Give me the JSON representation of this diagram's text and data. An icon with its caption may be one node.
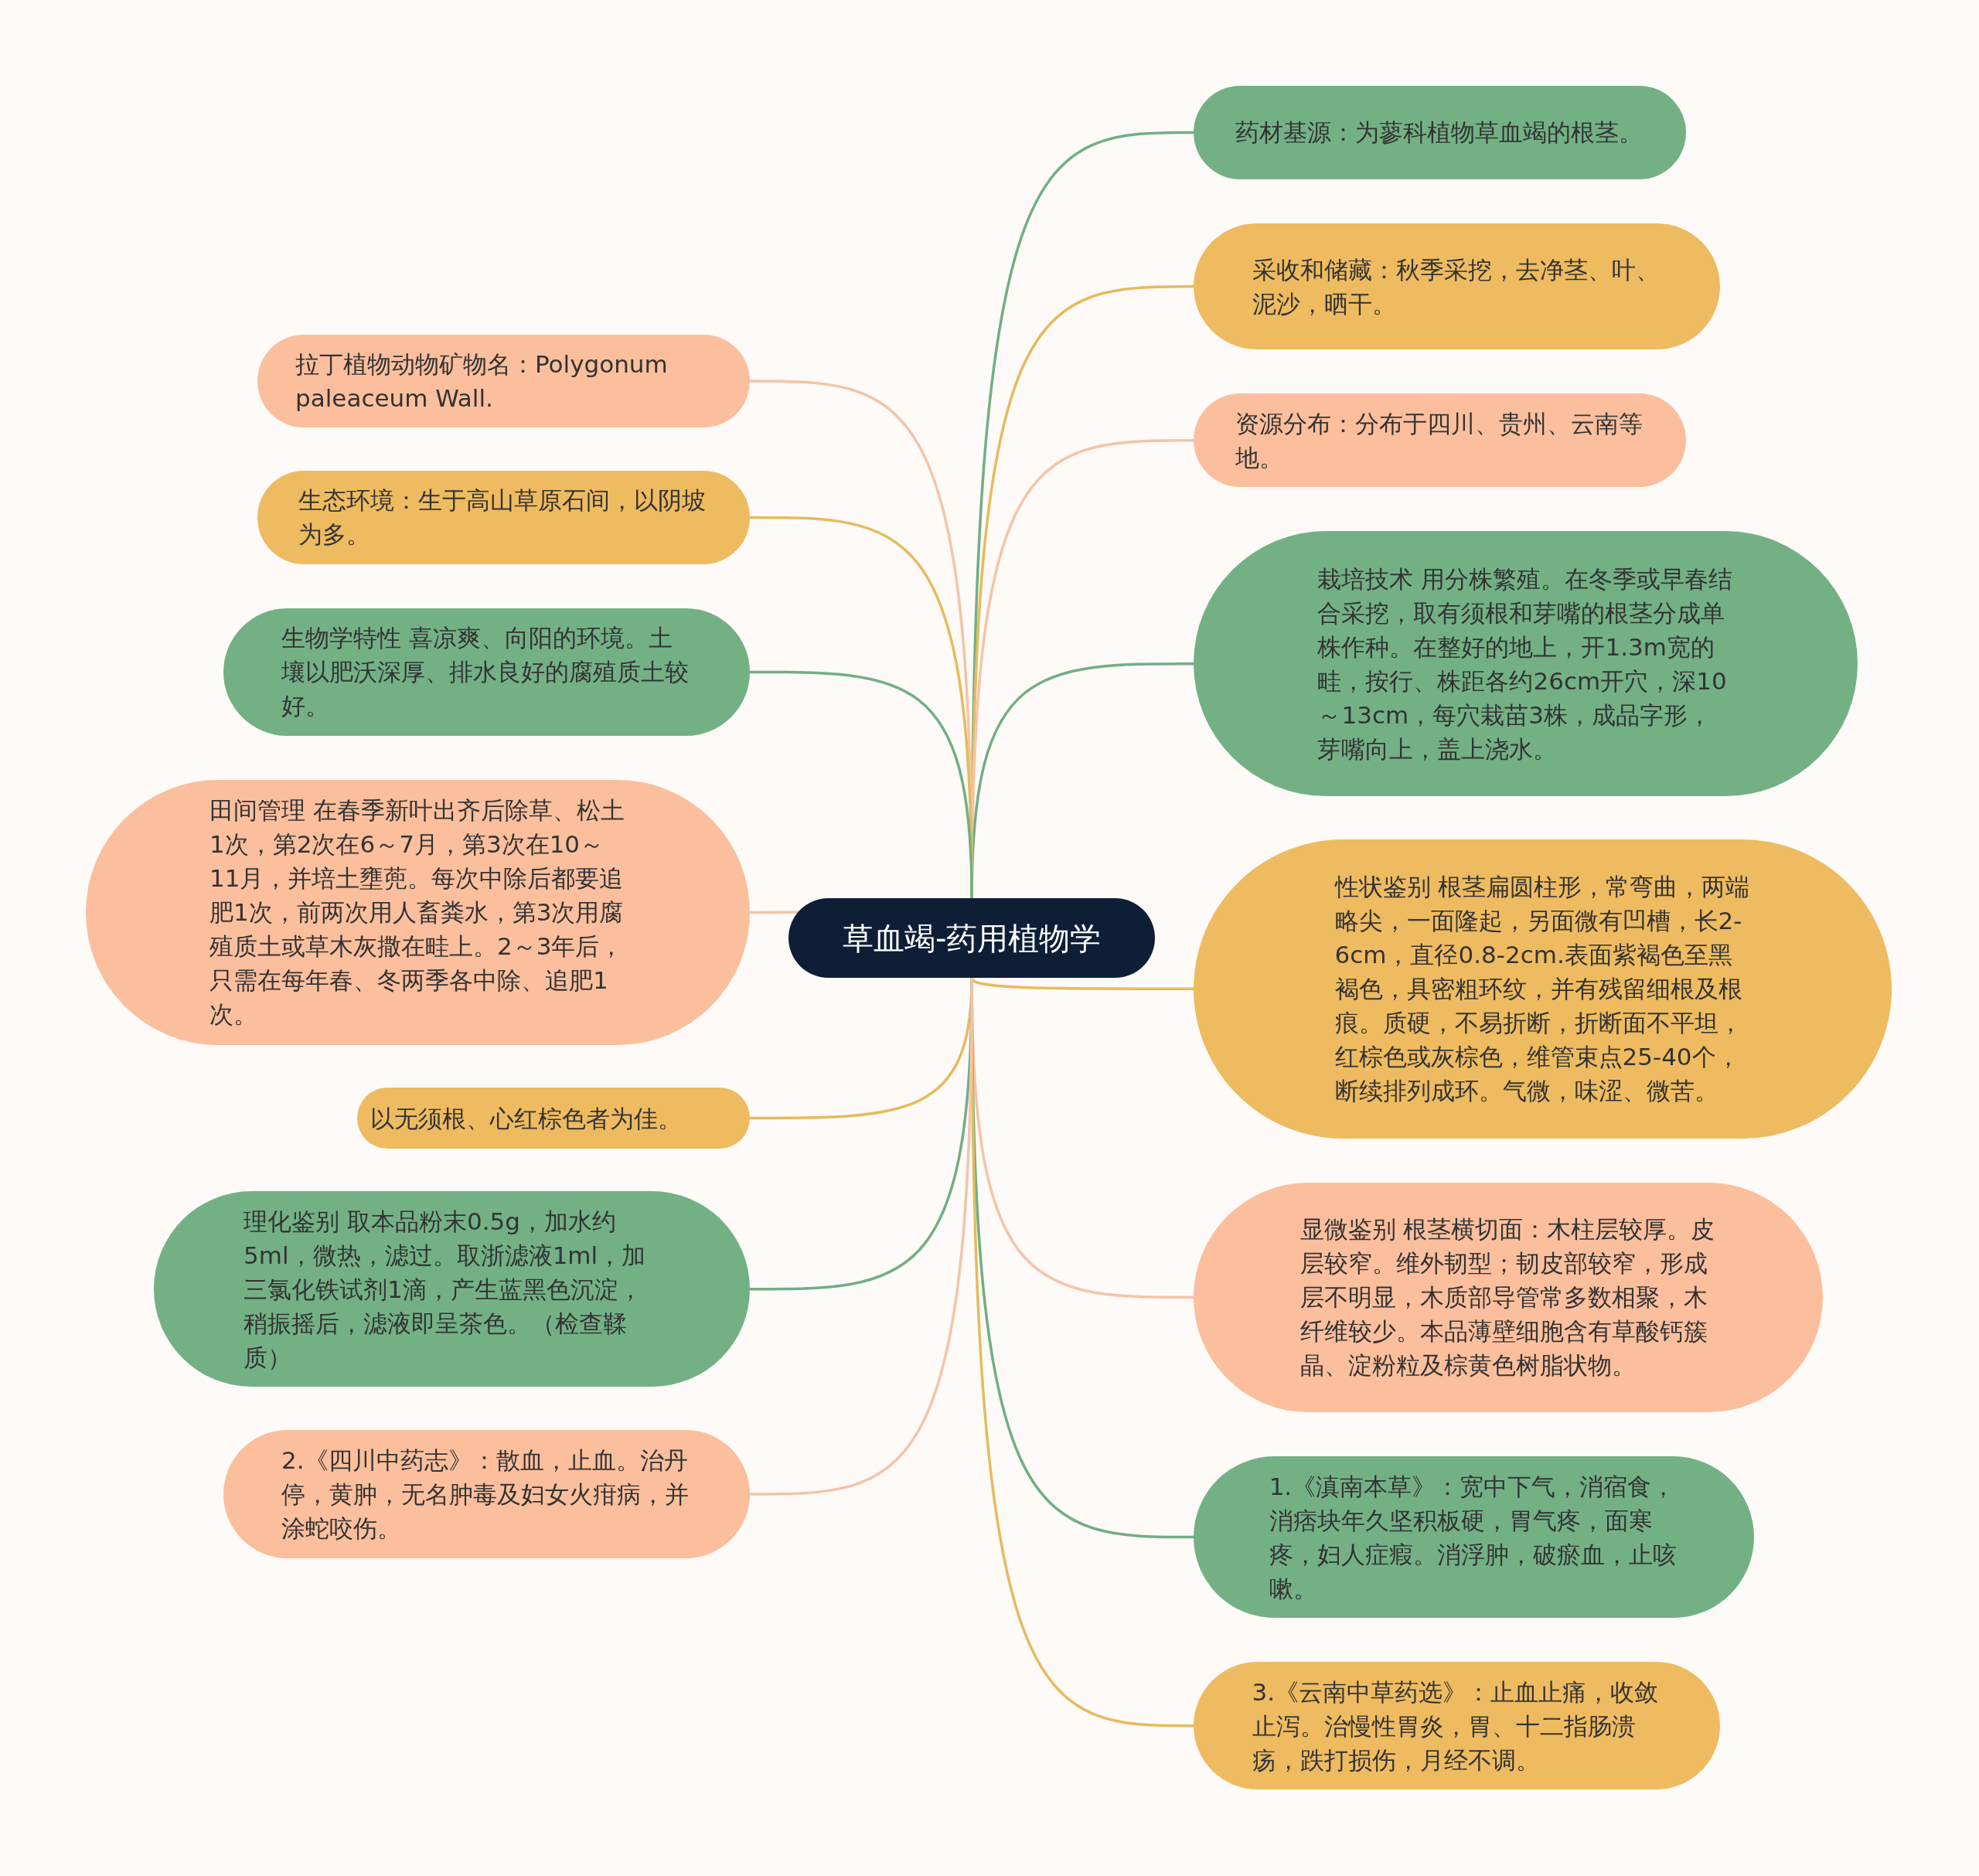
{
  "diagram": {
    "nodes": [
      {
        "text": [
          "草血竭-药用植物学"
        ]
      },
      {
        "text": [
          "药材基源：为蓼科植物草血竭的根茎。"
        ]
      },
      {
        "text": [
          "采收和储藏：秋季采挖，去净茎、叶、泥沙，晒干。"
        ]
      },
      {
        "text": [
          "资源分布：分布于四川、贵州、云南等地。"
        ]
      },
      {
        "text": [
          "栽培技术 用分株繁殖。在冬季或早春结合采挖，取有须根和芽嘴的根茎分成单株作种。在整好的地上，开1.3m宽的畦，按行、株距各约26cm开穴，深10～13cm，每穴栽苗3株，成品字形，芽嘴向上，盖上浇水。"
        ]
      },
      {
        "text": [
          "性状鉴别 根茎扁圆柱形，常弯曲，两端略尖，一面隆起，另面微有凹槽，长2-6cm，直径0.8-2cm.表面紫褐色至黑褐色，具密粗环纹，并有残留细根及根痕。质硬，不易折断，折断面不平坦，红棕色或灰棕色，维管束点25-40个，断续排列成环。气微，味涩、微苦。"
        ]
      },
      {
        "text": [
          "显微鉴别 根茎横切面：木柱层较厚。皮层较窄。维外韧型；韧皮部较窄，形成层不明显，木质部导管常多数相聚，木纤维较少。本品薄壁细胞含有草酸钙簇晶、淀粉粒及棕黄色树脂状物。"
        ]
      },
      {
        "text": [
          "1.《滇南本草》：宽中下气，消宿食，消痞块年久坚积板硬，胃气疼，面寒疼，妇人症瘕。消浮肿，破瘀血，止咳嗽。"
        ]
      },
      {
        "text": [
          "3.《云南中草药选》：止血止痛，收敛止泻。治慢性胃炎，胃、十二指肠溃疡，跌打损伤，月经不调。"
        ]
      },
      {
        "text": [
          "拉丁植物动物矿物名：Polygonum paleaceum Wall."
        ]
      },
      {
        "text": [
          "生态环境：生于高山草原石间，以阴坡为多。"
        ]
      },
      {
        "text": [
          "生物学特性 喜凉爽、向阳的环境。土壤以肥沃深厚、排水良好的腐殖质土较好。"
        ]
      },
      {
        "text": [
          "田间管理 在春季新叶出齐后除草、松土1次，第2次在6～7月，第3次在10～11月，并培土壅蔸。每次中除后都要追肥1次，前两次用人畜粪水，第3次用腐殖质土或草木灰撒在畦上。2～3年后，只需在每年春、冬两季各中除、追肥1次。"
        ]
      },
      {
        "text": [
          "以无须根、心红棕色者为佳。"
        ]
      },
      {
        "text": [
          "理化鉴别 取本品粉末0.5g，加水约5ml，微热，滤过。取浙滤液1ml，加三氯化铁试剂1滴，产生蓝黑色沉淀，稍振摇后，滤液即呈茶色。（检查鞣质）"
        ]
      },
      {
        "text": [
          "2.《四川中药志》：散血，止血。治丹停，黄肿，无名肿毒及妇女火疳病，并涂蛇咬伤。"
        ]
      }
    ],
    "edges": [
      {
        "from": 0,
        "to": 1,
        "arrow": "none",
        "color": "#72ae84"
      },
      {
        "from": 0,
        "to": 2,
        "arrow": "none",
        "color": "#e6bb5c"
      },
      {
        "from": 0,
        "to": 3,
        "arrow": "none",
        "color": "#f4c4a8"
      },
      {
        "from": 0,
        "to": 4,
        "arrow": "none",
        "color": "#72ae84"
      },
      {
        "from": 0,
        "to": 5,
        "arrow": "none",
        "color": "#e6bb5c"
      },
      {
        "from": 0,
        "to": 6,
        "arrow": "none",
        "color": "#f4c4a8"
      },
      {
        "from": 0,
        "to": 7,
        "arrow": "none",
        "color": "#72ae84"
      },
      {
        "from": 0,
        "to": 8,
        "arrow": "none",
        "color": "#e6bb5c"
      },
      {
        "from": 0,
        "to": 9,
        "arrow": "none",
        "color": "#f4c4a8"
      },
      {
        "from": 0,
        "to": 10,
        "arrow": "none",
        "color": "#e6bb5c"
      },
      {
        "from": 0,
        "to": 11,
        "arrow": "none",
        "color": "#72ae84"
      },
      {
        "from": 0,
        "to": 12,
        "arrow": "none",
        "color": "#f4c4a8"
      },
      {
        "from": 0,
        "to": 13,
        "arrow": "none",
        "color": "#e6bb5c"
      },
      {
        "from": 0,
        "to": 14,
        "arrow": "none",
        "color": "#72ae84"
      },
      {
        "from": 0,
        "to": 15,
        "arrow": "none",
        "color": "#f4c4a8"
      }
    ]
  }
}
